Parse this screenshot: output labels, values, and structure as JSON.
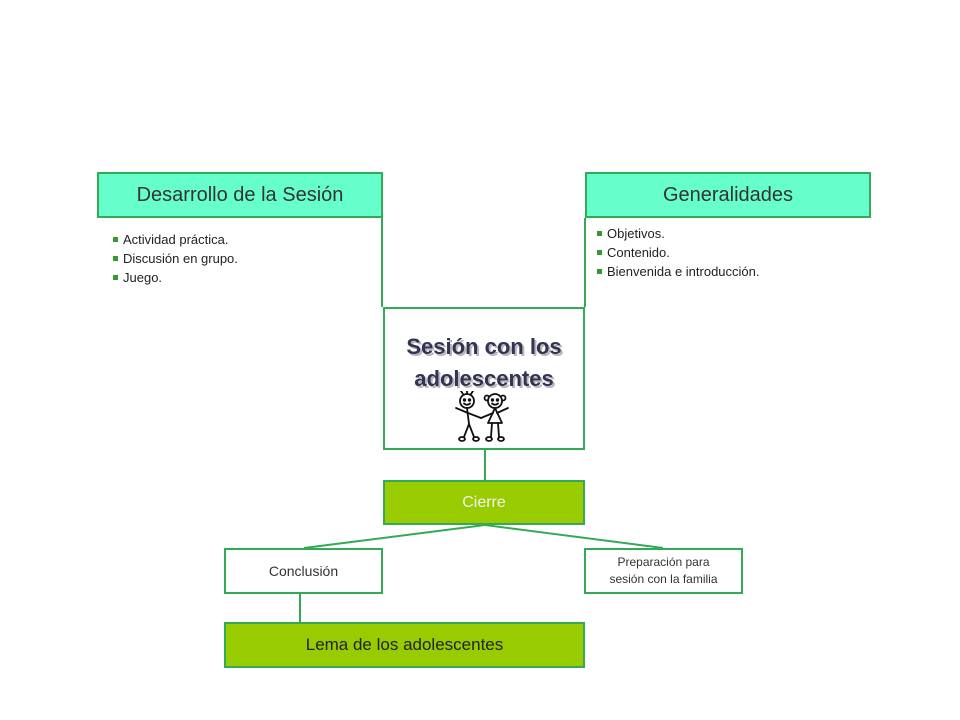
{
  "colors": {
    "mint": "#66FFCC",
    "lime": "#99CC00",
    "line": "#33AA55",
    "bullet": "#339933"
  },
  "desarrollo": {
    "label": "Desarrollo de la Sesión",
    "items": [
      "Actividad práctica.",
      "Discusión en grupo.",
      "Juego."
    ]
  },
  "generalidades": {
    "label": "Generalidades",
    "items": [
      "Objetivos.",
      "Contenido.",
      "Bienvenida e introducción."
    ]
  },
  "sesion": {
    "lines": [
      "Sesión con los",
      "adolescentes"
    ],
    "icon": "children-stick-figures-icon"
  },
  "cierre": {
    "label": "Cierre"
  },
  "conclusion": {
    "label": "Conclusión"
  },
  "preparacion": {
    "lines": [
      "Preparación para",
      "sesión con la familia"
    ]
  },
  "lema": {
    "label": "Lema de los adolescentes"
  }
}
